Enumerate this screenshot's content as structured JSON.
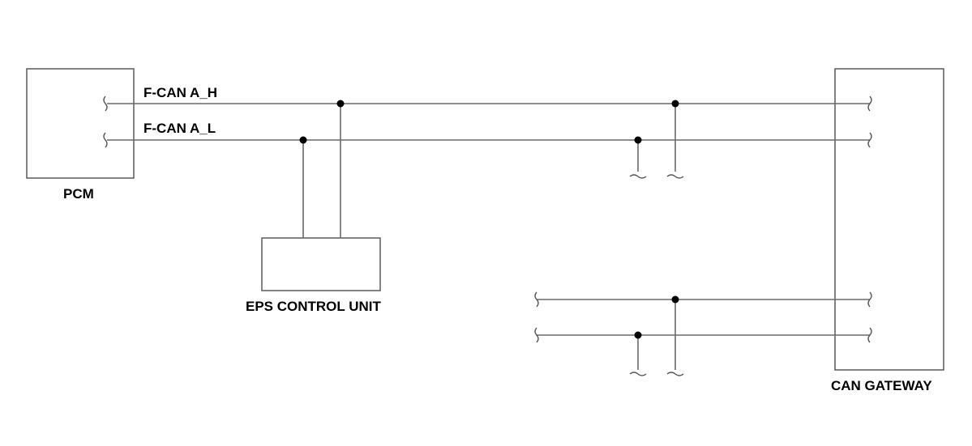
{
  "labels": {
    "pcm": "PCM",
    "eps": "EPS CONTROL UNIT",
    "gateway": "CAN GATEWAY",
    "fcan_h": "F-CAN A_H",
    "fcan_l": "F-CAN A_L"
  },
  "colors": {
    "wire": "#6a6a6a",
    "box": "#5a5a5a",
    "junction": "#000000",
    "text": "#000000"
  }
}
